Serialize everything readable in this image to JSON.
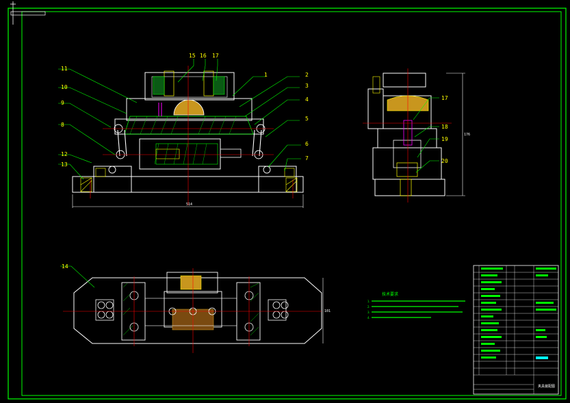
{
  "drawing": {
    "colors": {
      "background": "#000000",
      "border": "#00ff00",
      "outline": "#ffffff",
      "leader": "#00ff00",
      "center_line": "#ff0000",
      "hatch": "#ffff00",
      "section_fill": "#c8961e",
      "accent": "#ff00ff",
      "label": "#ffff00"
    },
    "front_view": {
      "part_labels": [
        "15",
        "16",
        "17",
        "1",
        "2",
        "3",
        "4",
        "5",
        "6",
        "7",
        "8",
        "9",
        "10",
        "11",
        "12",
        "13"
      ],
      "width_dimension": "514"
    },
    "side_view": {
      "part_labels": [
        "17",
        "18",
        "19",
        "20"
      ],
      "height_dimension": "176"
    },
    "top_view": {
      "part_labels": [
        "14"
      ],
      "height_dimension": "101"
    },
    "notes": {
      "title": "技术要求",
      "items": [
        "1.",
        "2.",
        "3.",
        "4."
      ]
    },
    "title_block": {
      "drawing_name": "夹具装配图"
    }
  }
}
